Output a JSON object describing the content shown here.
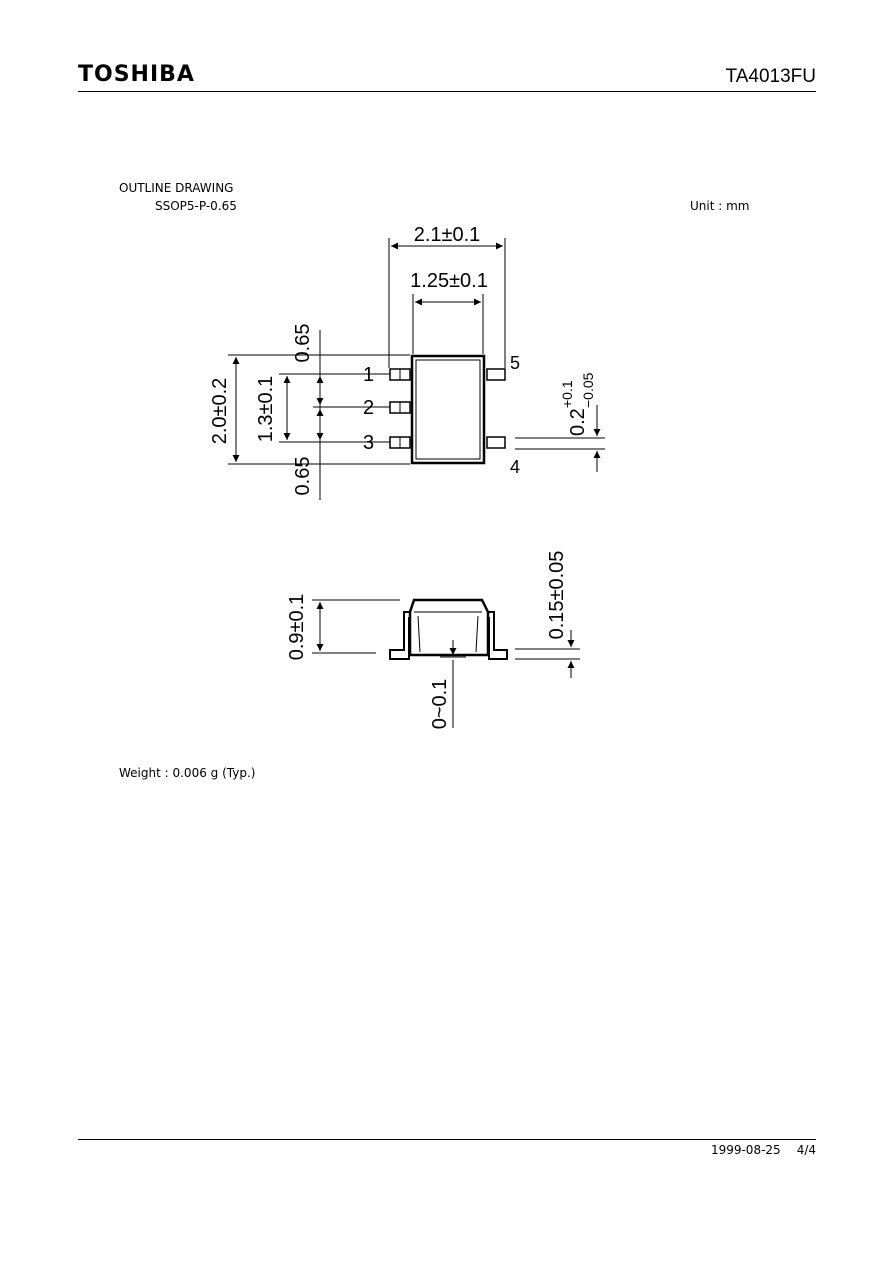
{
  "header": {
    "brand": "TOSHIBA",
    "part_number": "TA4013FU"
  },
  "drawing": {
    "title": "OUTLINE DRAWING",
    "package": "SSOP5-P-0.65",
    "unit": "Unit : mm",
    "dims": {
      "width_total": "2.1±0.1",
      "body_width": "1.25±0.1",
      "height_total": "2.0±0.2",
      "pin_span": "1.3±0.1",
      "pitch_top": "0.65",
      "pitch_bottom": "0.65",
      "lead_width_main": "0.2",
      "lead_width_tol_plus": "+0.1",
      "lead_width_tol_minus": "−0.05",
      "thickness": "0.9±0.1",
      "lead_thickness": "0.15±0.05",
      "standoff": "0~0.1"
    },
    "pins": [
      "1",
      "2",
      "3",
      "4",
      "5"
    ]
  },
  "weight": "Weight : 0.006 g (Typ.)",
  "footer": {
    "date": "1999-08-25",
    "page": "4/4"
  }
}
